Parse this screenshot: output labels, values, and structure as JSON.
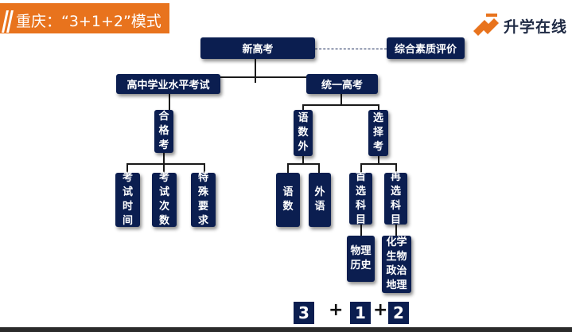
{
  "header": {
    "title": "重庆：“3+1+2”模式"
  },
  "logo": {
    "text": "升学在线"
  },
  "diagram": {
    "root": "新高考",
    "side": "综合素质评价",
    "branch_left": "高中学业水平考试",
    "branch_right": "统一高考",
    "pass_exam": "合格考",
    "exam_time": "考试时间",
    "exam_count": "考试次数",
    "special_req": "特殊要求",
    "yushuwai": "语数外",
    "xuanze": "选择考",
    "yushu": "语数",
    "waiyu": "外语",
    "shouxuan": "首选科目",
    "zaixuan": "再选科目",
    "wuli_lishi": "物理历史",
    "zaixuan_subjects": "化学生物政治地理"
  },
  "formula": {
    "n1": "3",
    "plus1": "+",
    "n2": "1",
    "plus2": "+",
    "n3": "2"
  },
  "colors": {
    "accent": "#e8731d",
    "node": "#0b1e50"
  }
}
